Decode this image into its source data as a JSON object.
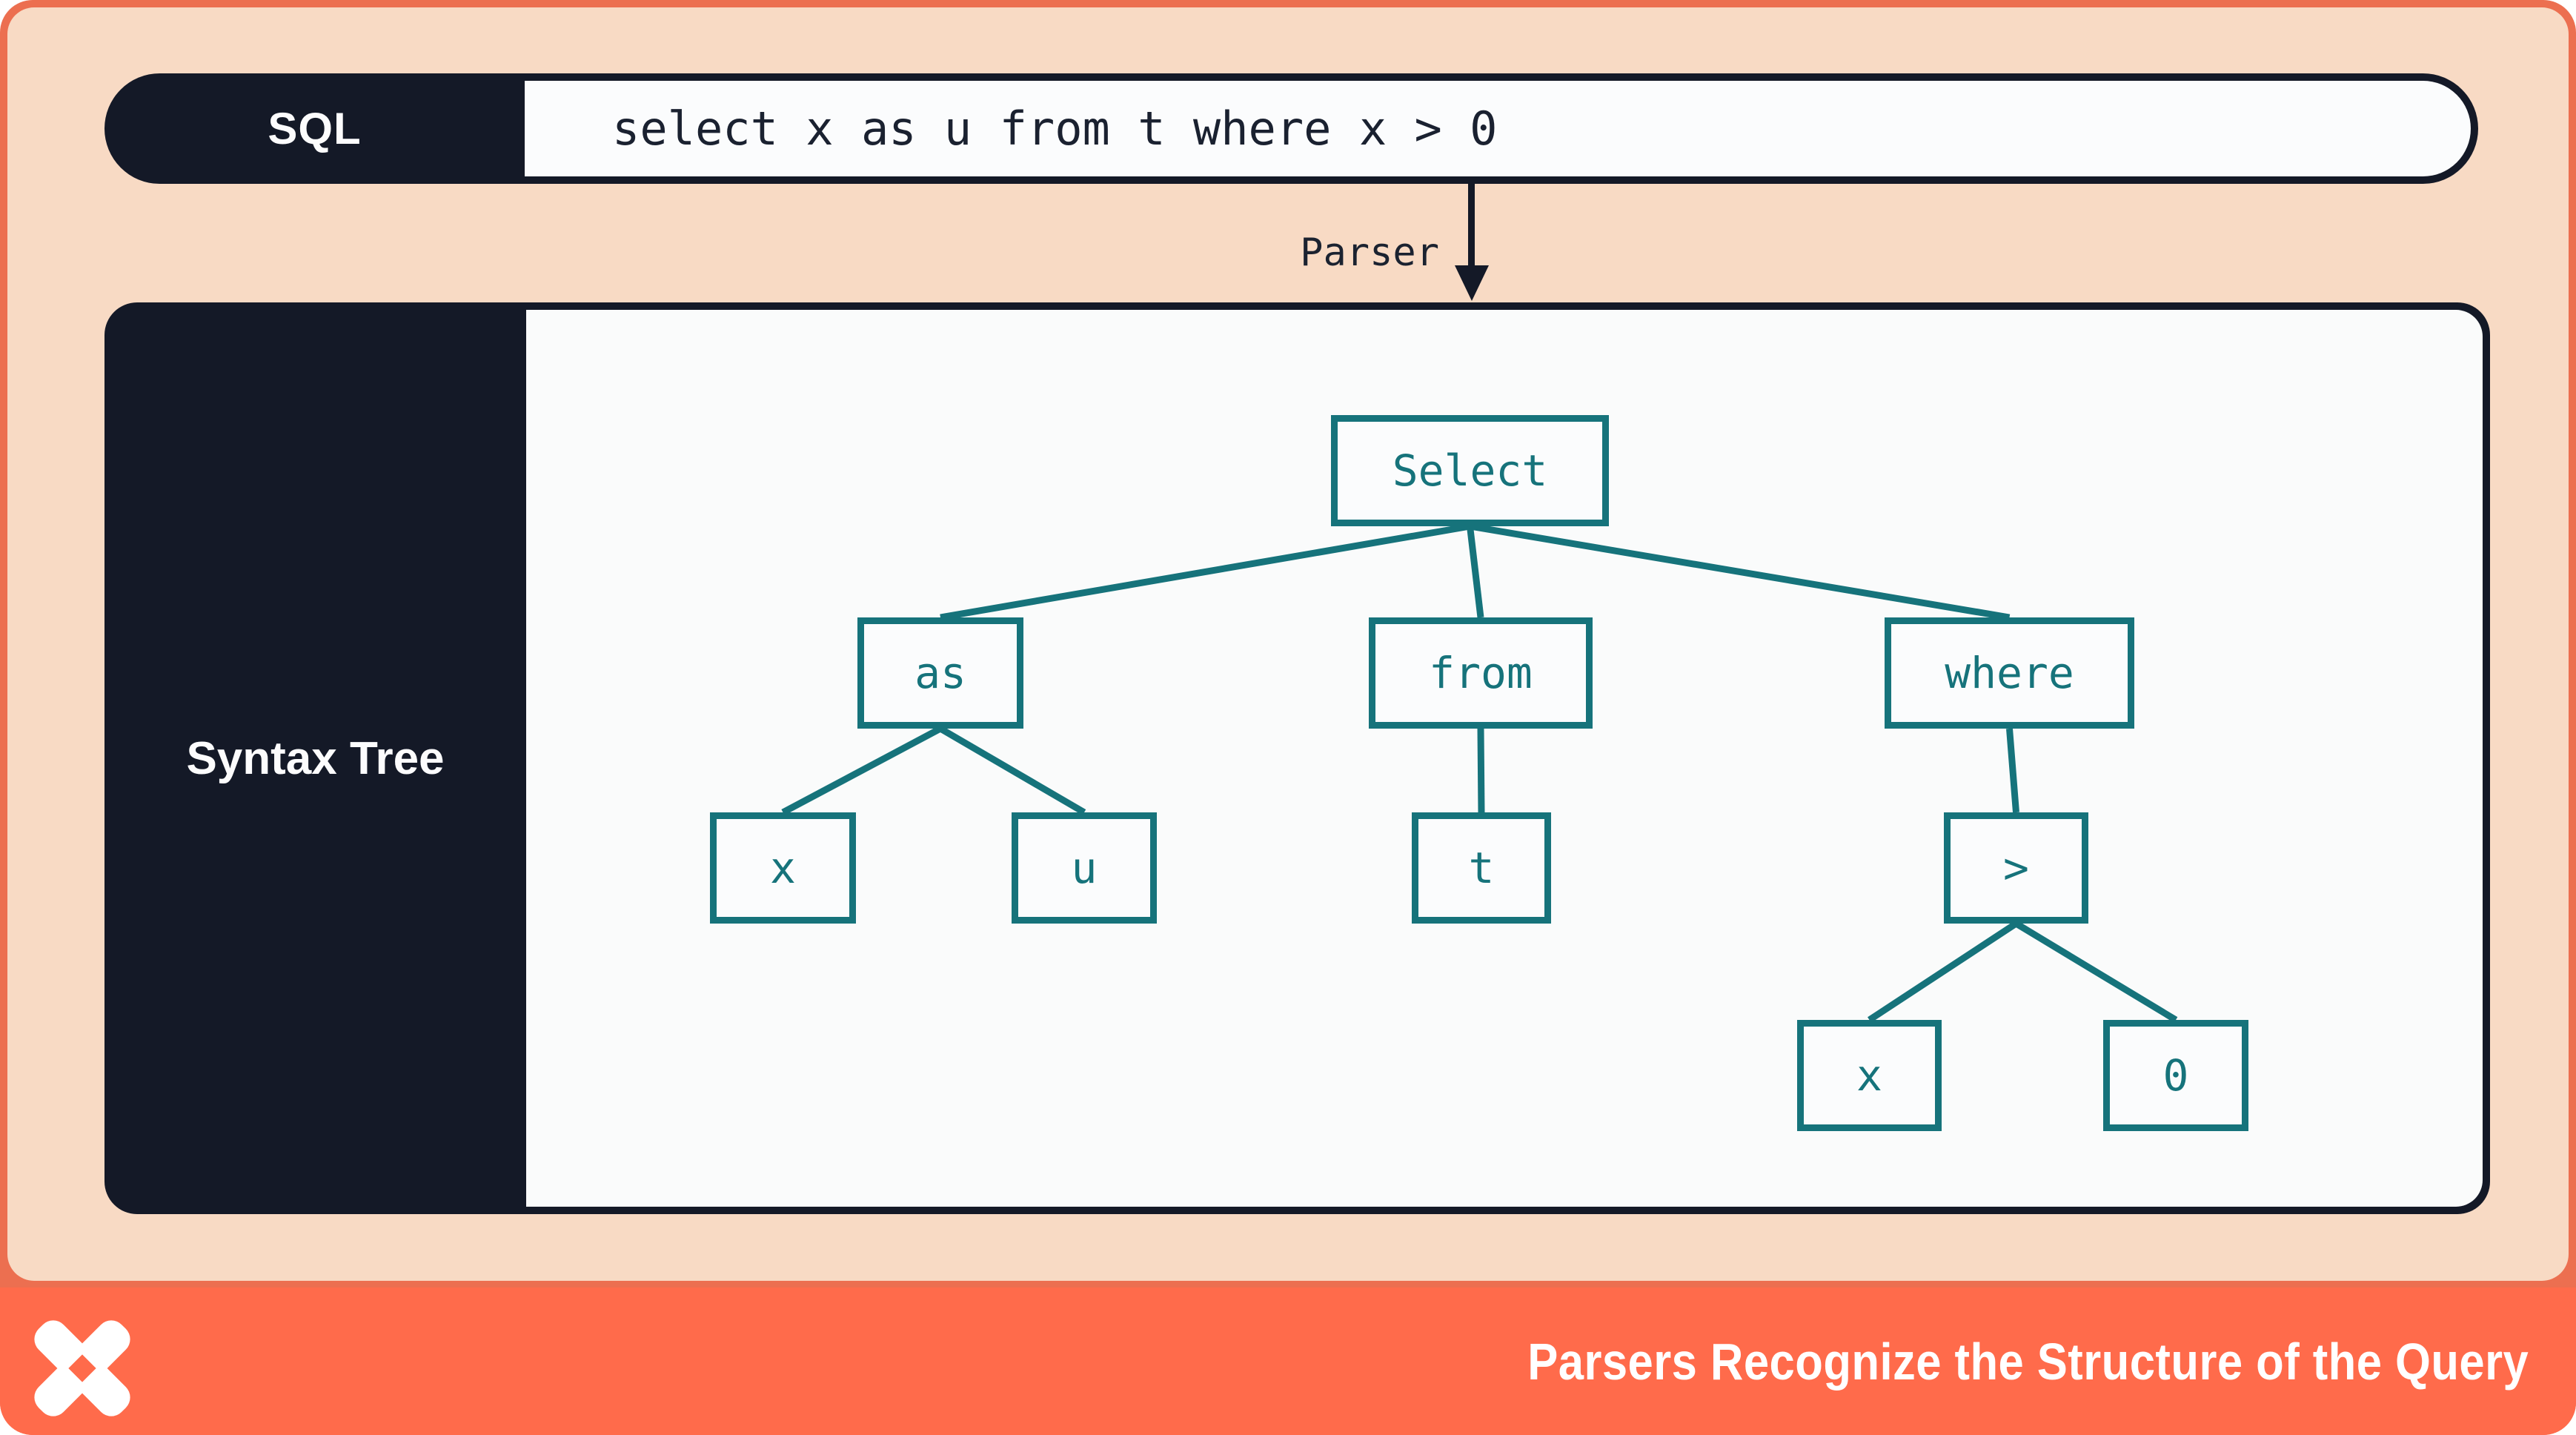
{
  "colors": {
    "navy": "#141927",
    "peach": "#F8DAC4",
    "frame_coral": "#EC6F50",
    "footer_coral": "#FF6B4B",
    "panel_white": "#FAFBFB",
    "teal": "#16737B",
    "white": "#FFFFFF"
  },
  "sql_bar": {
    "label": "SQL",
    "query": "select x as u from t where x > 0"
  },
  "parser": {
    "label": "Parser"
  },
  "tree_panel": {
    "label": "Syntax Tree"
  },
  "tree": {
    "nodes": [
      {
        "id": "select",
        "label": "Select"
      },
      {
        "id": "as",
        "label": "as"
      },
      {
        "id": "from",
        "label": "from"
      },
      {
        "id": "where",
        "label": "where"
      },
      {
        "id": "x1",
        "label": "x"
      },
      {
        "id": "u",
        "label": "u"
      },
      {
        "id": "t",
        "label": "t"
      },
      {
        "id": "gt",
        "label": ">"
      },
      {
        "id": "x2",
        "label": "x"
      },
      {
        "id": "zero",
        "label": "0"
      }
    ],
    "edges": [
      [
        "select",
        "as"
      ],
      [
        "select",
        "from"
      ],
      [
        "select",
        "where"
      ],
      [
        "as",
        "x1"
      ],
      [
        "as",
        "u"
      ],
      [
        "from",
        "t"
      ],
      [
        "where",
        "gt"
      ],
      [
        "gt",
        "x2"
      ],
      [
        "gt",
        "zero"
      ]
    ]
  },
  "footer": {
    "title": "Parsers Recognize the Structure of the Query",
    "logo": "pinwheel-x-logo"
  }
}
